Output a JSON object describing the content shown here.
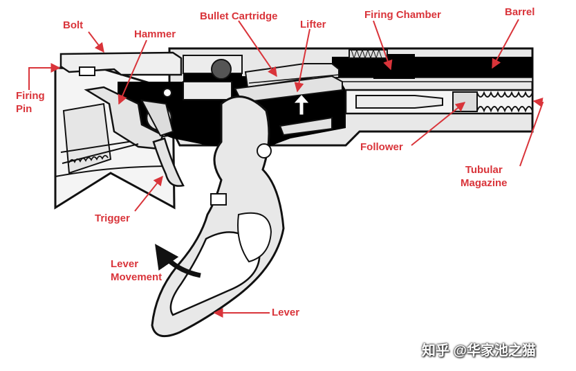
{
  "labels": {
    "bolt": "Bolt",
    "hammer": "Hammer",
    "bullet_cartridge": "Bullet Cartridge",
    "lifter": "Lifter",
    "firing_chamber": "Firing Chamber",
    "barrel": "Barrel",
    "firing_pin": [
      "Firing",
      "Pin"
    ],
    "follower": "Follower",
    "tubular_magazine": [
      "Tubular",
      "Magazine"
    ],
    "trigger": "Trigger",
    "lever_movement": [
      "Lever",
      "Movement"
    ],
    "lever": "Lever"
  },
  "watermark": "知乎 @华家池之猫",
  "colors": {
    "label": "#d9343a",
    "outline": "#111111",
    "metal": "#e6e6e6",
    "cavity": "#000000",
    "stock": "#f2f2f2"
  }
}
